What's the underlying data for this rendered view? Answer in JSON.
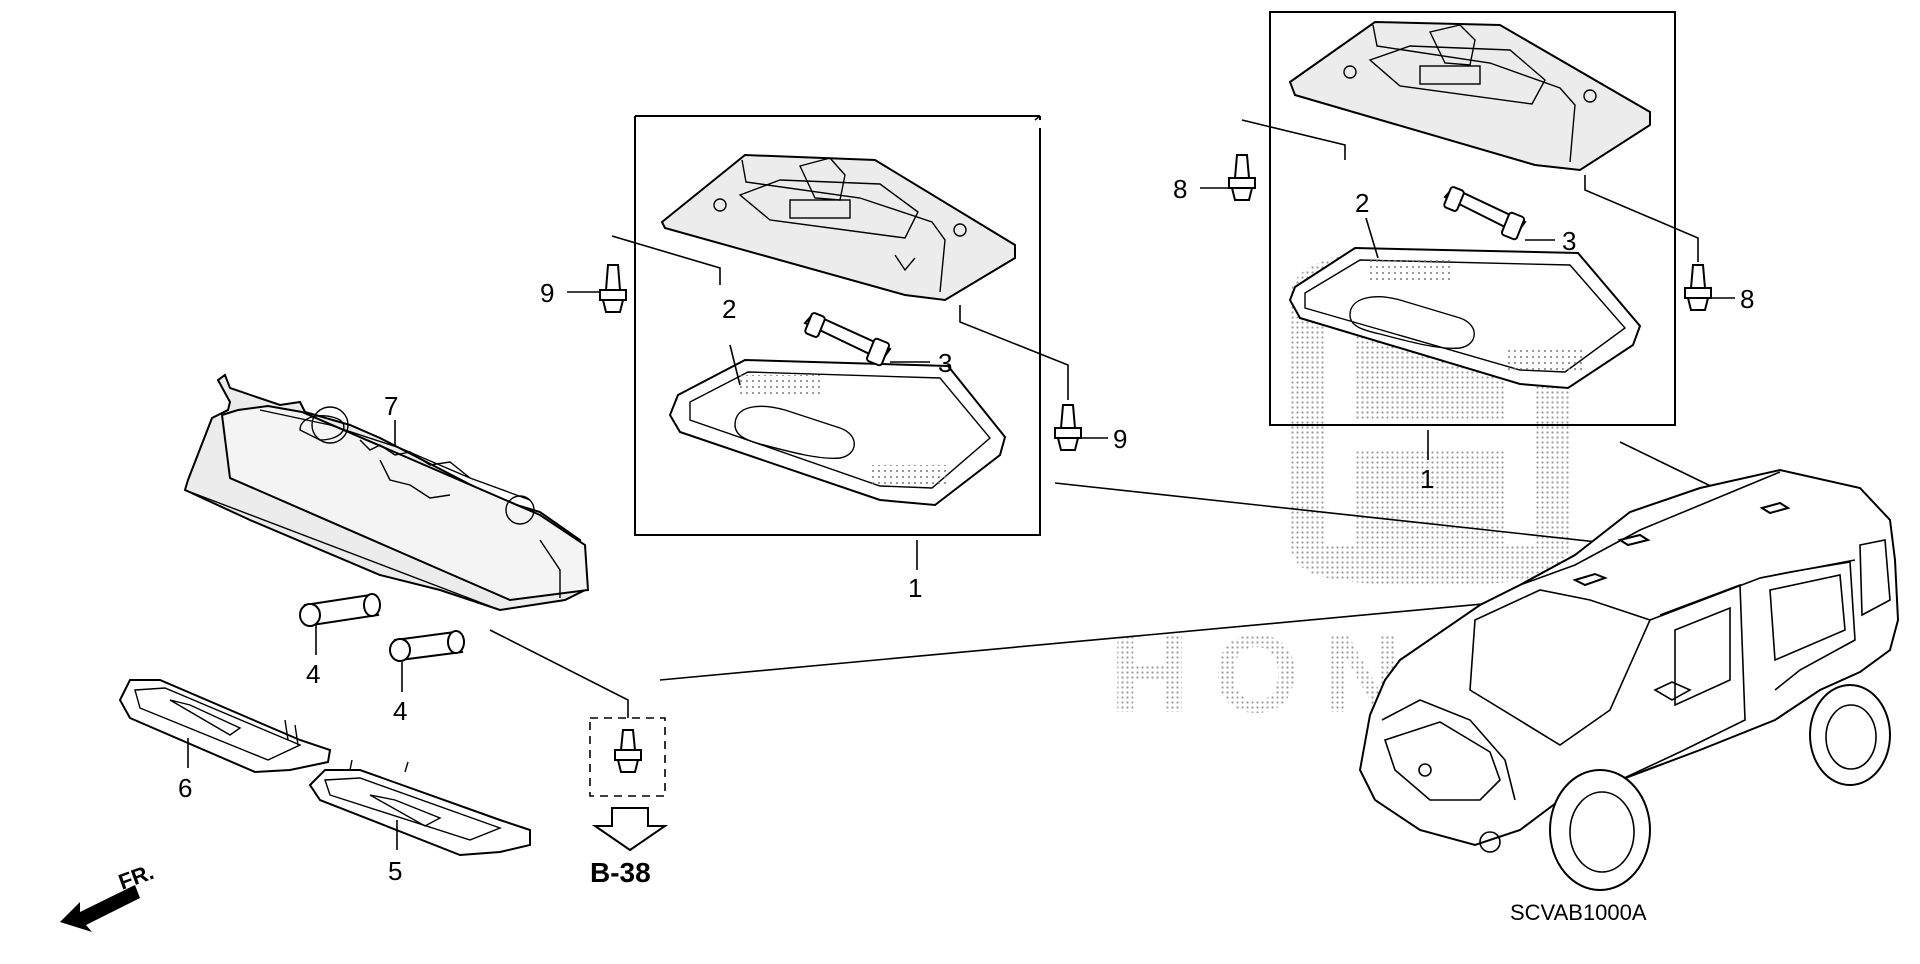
{
  "callouts": {
    "c1a": "1",
    "c1b": "1",
    "c2a": "2",
    "c2b": "2",
    "c3a": "3",
    "c3b": "3",
    "c4a": "4",
    "c4b": "4",
    "c5": "5",
    "c6": "6",
    "c7": "7",
    "c8a": "8",
    "c8b": "8",
    "c9a": "9",
    "c9b": "9"
  },
  "reference": {
    "label": "B-38"
  },
  "direction": {
    "label": "FR."
  },
  "diagram_code": "SCVAB1000A",
  "watermark": {
    "brand": "HONDA"
  }
}
